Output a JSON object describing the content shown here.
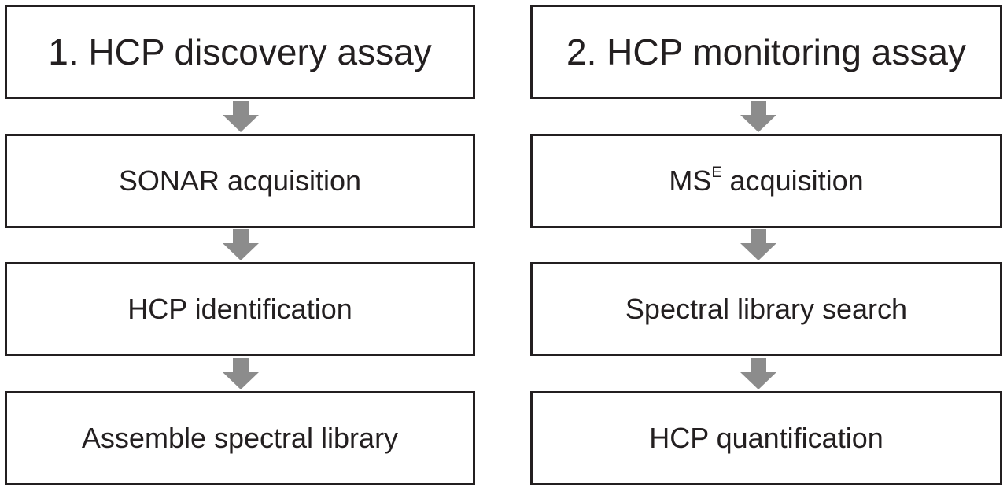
{
  "colors": {
    "border": "#231f20",
    "text": "#231f20",
    "arrow": "#8c8c8c",
    "background": "#ffffff"
  },
  "discovery": {
    "title": "1. HCP discovery assay",
    "steps": [
      "SONAR acquisition",
      "HCP identification",
      "Assemble spectral library"
    ]
  },
  "monitoring": {
    "title": "2. HCP monitoring assay",
    "step1_base": "MS",
    "step1_sup": "E",
    "step1_rest": " acquisition",
    "steps": [
      "Spectral library search",
      "HCP quantification"
    ]
  },
  "icons": {
    "flow_arrow": "arrow-down-icon"
  }
}
